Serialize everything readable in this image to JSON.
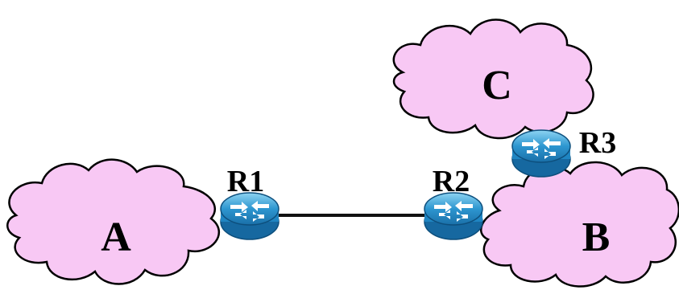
{
  "networks": [
    {
      "id": "A",
      "label": "A"
    },
    {
      "id": "B",
      "label": "B"
    },
    {
      "id": "C",
      "label": "C"
    }
  ],
  "routers": [
    {
      "id": "R1",
      "label": "R1"
    },
    {
      "id": "R2",
      "label": "R2"
    },
    {
      "id": "R3",
      "label": "R3"
    }
  ],
  "links": [
    {
      "from": "R1",
      "to": "R2"
    }
  ],
  "colors": {
    "cloud_fill": "#f8c8f4",
    "cloud_stroke": "#000000",
    "router_top": "#6cc3ea",
    "router_body": "#1f85c2",
    "router_arrows": "#ffffff",
    "link": "#111111"
  },
  "icons": {
    "router": "router-icon",
    "cloud": "network-cloud-icon"
  }
}
